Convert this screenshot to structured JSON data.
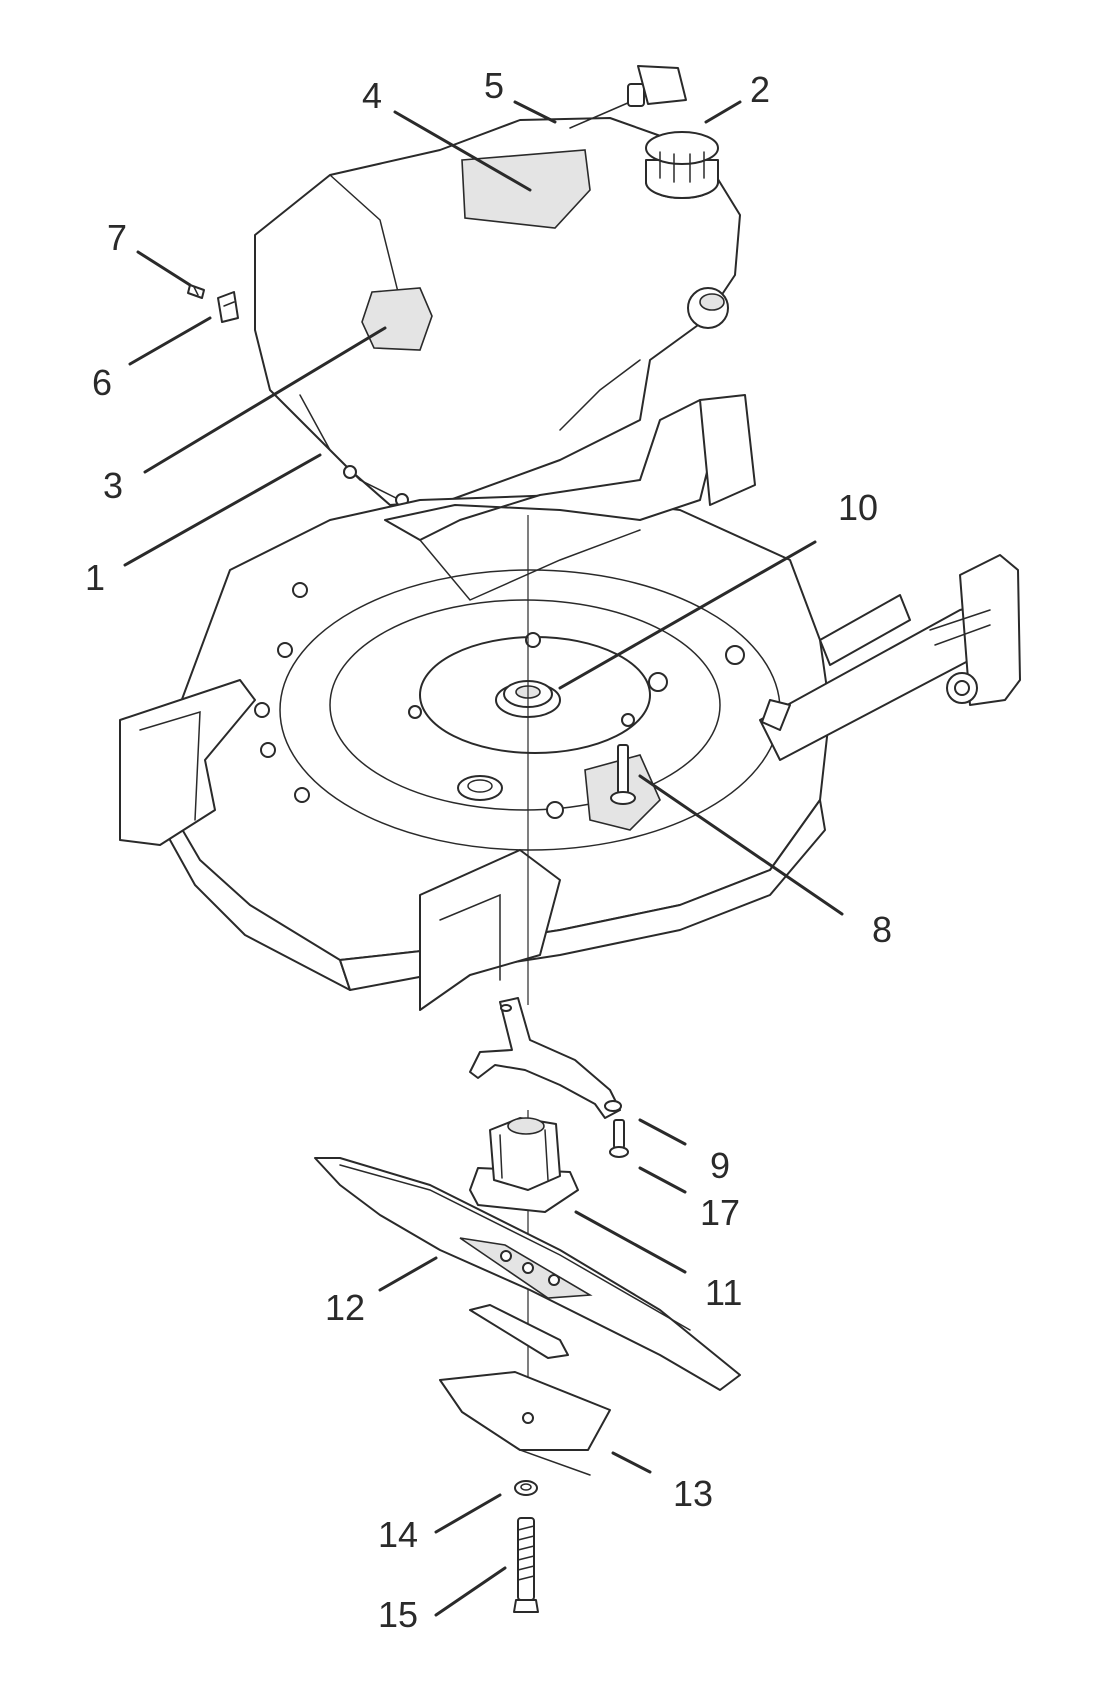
{
  "callouts": {
    "c1": "1",
    "c2": "2",
    "c3": "3",
    "c4": "4",
    "c5": "5",
    "c6": "6",
    "c7": "7",
    "c8": "8",
    "c9": "9",
    "c10": "10",
    "c11": "11",
    "c12": "12",
    "c13": "13",
    "c14": "14",
    "c15": "15",
    "c17": "17"
  }
}
